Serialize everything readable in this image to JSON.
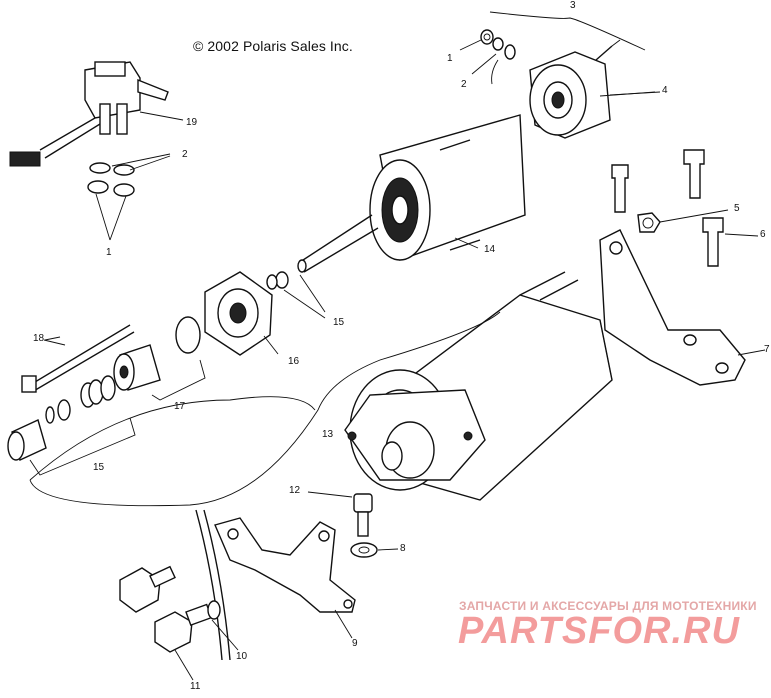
{
  "copyright": "© 2002 Polaris Sales Inc.",
  "watermark": {
    "line1": "ЗАПЧАСТИ И АКСЕССУАРЫ ДЛЯ МОТОТЕХНИКИ",
    "line2": "PARTSFOR.RU",
    "color": "#f07c7c"
  },
  "callouts": {
    "c3": "3",
    "c1_top": "1",
    "c2_top": "2",
    "c4_top": "4",
    "c19": "19",
    "c2_left": "2",
    "c1_left": "1",
    "c14": "14",
    "c5": "5",
    "c6": "6",
    "c7": "7",
    "c15_mid": "15",
    "c18": "18",
    "c16": "16",
    "c17": "17",
    "c15_low": "15",
    "c13": "13",
    "c12": "12",
    "c8": "8",
    "c9": "9",
    "c10": "10",
    "c11": "11"
  }
}
